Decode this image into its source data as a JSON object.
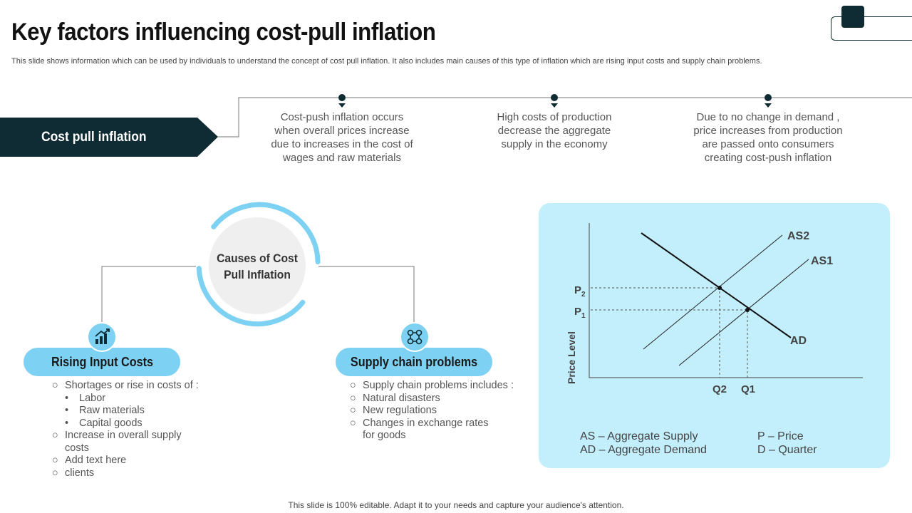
{
  "header": {
    "title": "Key factors influencing cost-pull inflation",
    "subtitle": "This slide shows information which can be used by individuals to understand the concept of cost pull inflation. It also includes main causes of this type of inflation which are rising input costs and supply chain problems."
  },
  "banner": {
    "label": "Cost pull inflation"
  },
  "points": [
    {
      "lines": [
        "Cost-push inflation occurs",
        "when overall prices increase",
        "due to increases in the cost of",
        "wages and raw materials"
      ]
    },
    {
      "lines": [
        "High costs of production",
        "decrease the aggregate",
        "supply  in the economy"
      ]
    },
    {
      "lines": [
        "Due to no change in demand ,",
        "price increases from production",
        "are passed onto consumers",
        "creating cost-push inflation"
      ]
    }
  ],
  "causes": {
    "center_label_line1": "Causes of Cost",
    "center_label_line2": "Pull Inflation",
    "left": {
      "title": "Rising Input Costs",
      "icon": "chart-growth-icon",
      "items": [
        {
          "bullet": "○",
          "lines": [
            "Shortages or rise in costs of :"
          ]
        },
        {
          "bullet": "•",
          "sub": true,
          "lines": [
            "Labor"
          ]
        },
        {
          "bullet": "•",
          "sub": true,
          "lines": [
            "Raw materials"
          ]
        },
        {
          "bullet": "•",
          "sub": true,
          "lines": [
            "Capital goods"
          ]
        },
        {
          "bullet": "○",
          "lines": [
            "Increase in overall supply",
            "costs"
          ]
        },
        {
          "bullet": "○",
          "lines": [
            "Add text here"
          ]
        },
        {
          "bullet": "○",
          "lines": [
            "clients"
          ]
        }
      ]
    },
    "right": {
      "title": "Supply chain problems",
      "icon": "supply-chain-icon",
      "items": [
        {
          "bullet": "○",
          "lines": [
            "Supply chain problems includes :"
          ]
        },
        {
          "bullet": "○",
          "lines": [
            "Natural disasters"
          ]
        },
        {
          "bullet": "○",
          "lines": [
            "New regulations"
          ]
        },
        {
          "bullet": "○",
          "lines": [
            "Changes in exchange rates",
            "for goods"
          ]
        }
      ]
    }
  },
  "graph": {
    "ylabel": "Price Level",
    "labels": {
      "as2": "AS2",
      "as1": "AS1",
      "ad": "AD",
      "p2": "P",
      "p2_sub": "2",
      "p1": "P",
      "p1_sub": "1",
      "q2": "Q2",
      "q1": "Q1"
    },
    "legend": {
      "as": "AS – Aggregate Supply",
      "ad": "AD – Aggregate Demand",
      "p": "P – Price",
      "d": "D – Quarter"
    }
  },
  "footer": "This slide is 100% editable. Adapt it to your needs and capture your audience's attention.",
  "colors": {
    "dark": "#0f2b33",
    "accent": "#7dd1f2",
    "panel": "#c3eefb"
  }
}
